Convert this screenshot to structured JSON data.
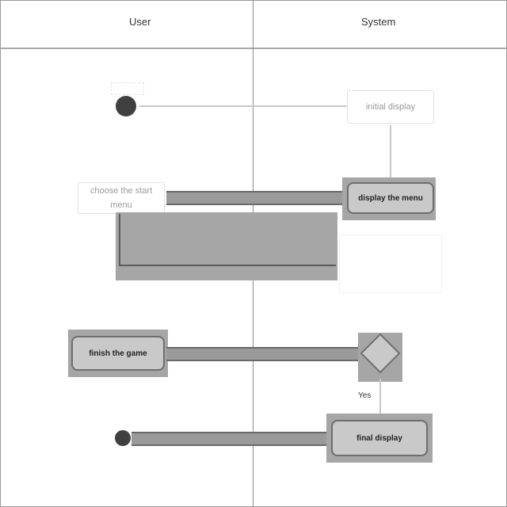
{
  "lanes": {
    "user": "User",
    "system": "System"
  },
  "nodes": {
    "initial_display": "initial display",
    "choose_start_menu": "choose the start menu",
    "display_menu": "display the menu",
    "faint_system_node": "",
    "finish_game": "finish the game",
    "final_display": "final display"
  },
  "edge_labels": {
    "yes": "Yes"
  }
}
